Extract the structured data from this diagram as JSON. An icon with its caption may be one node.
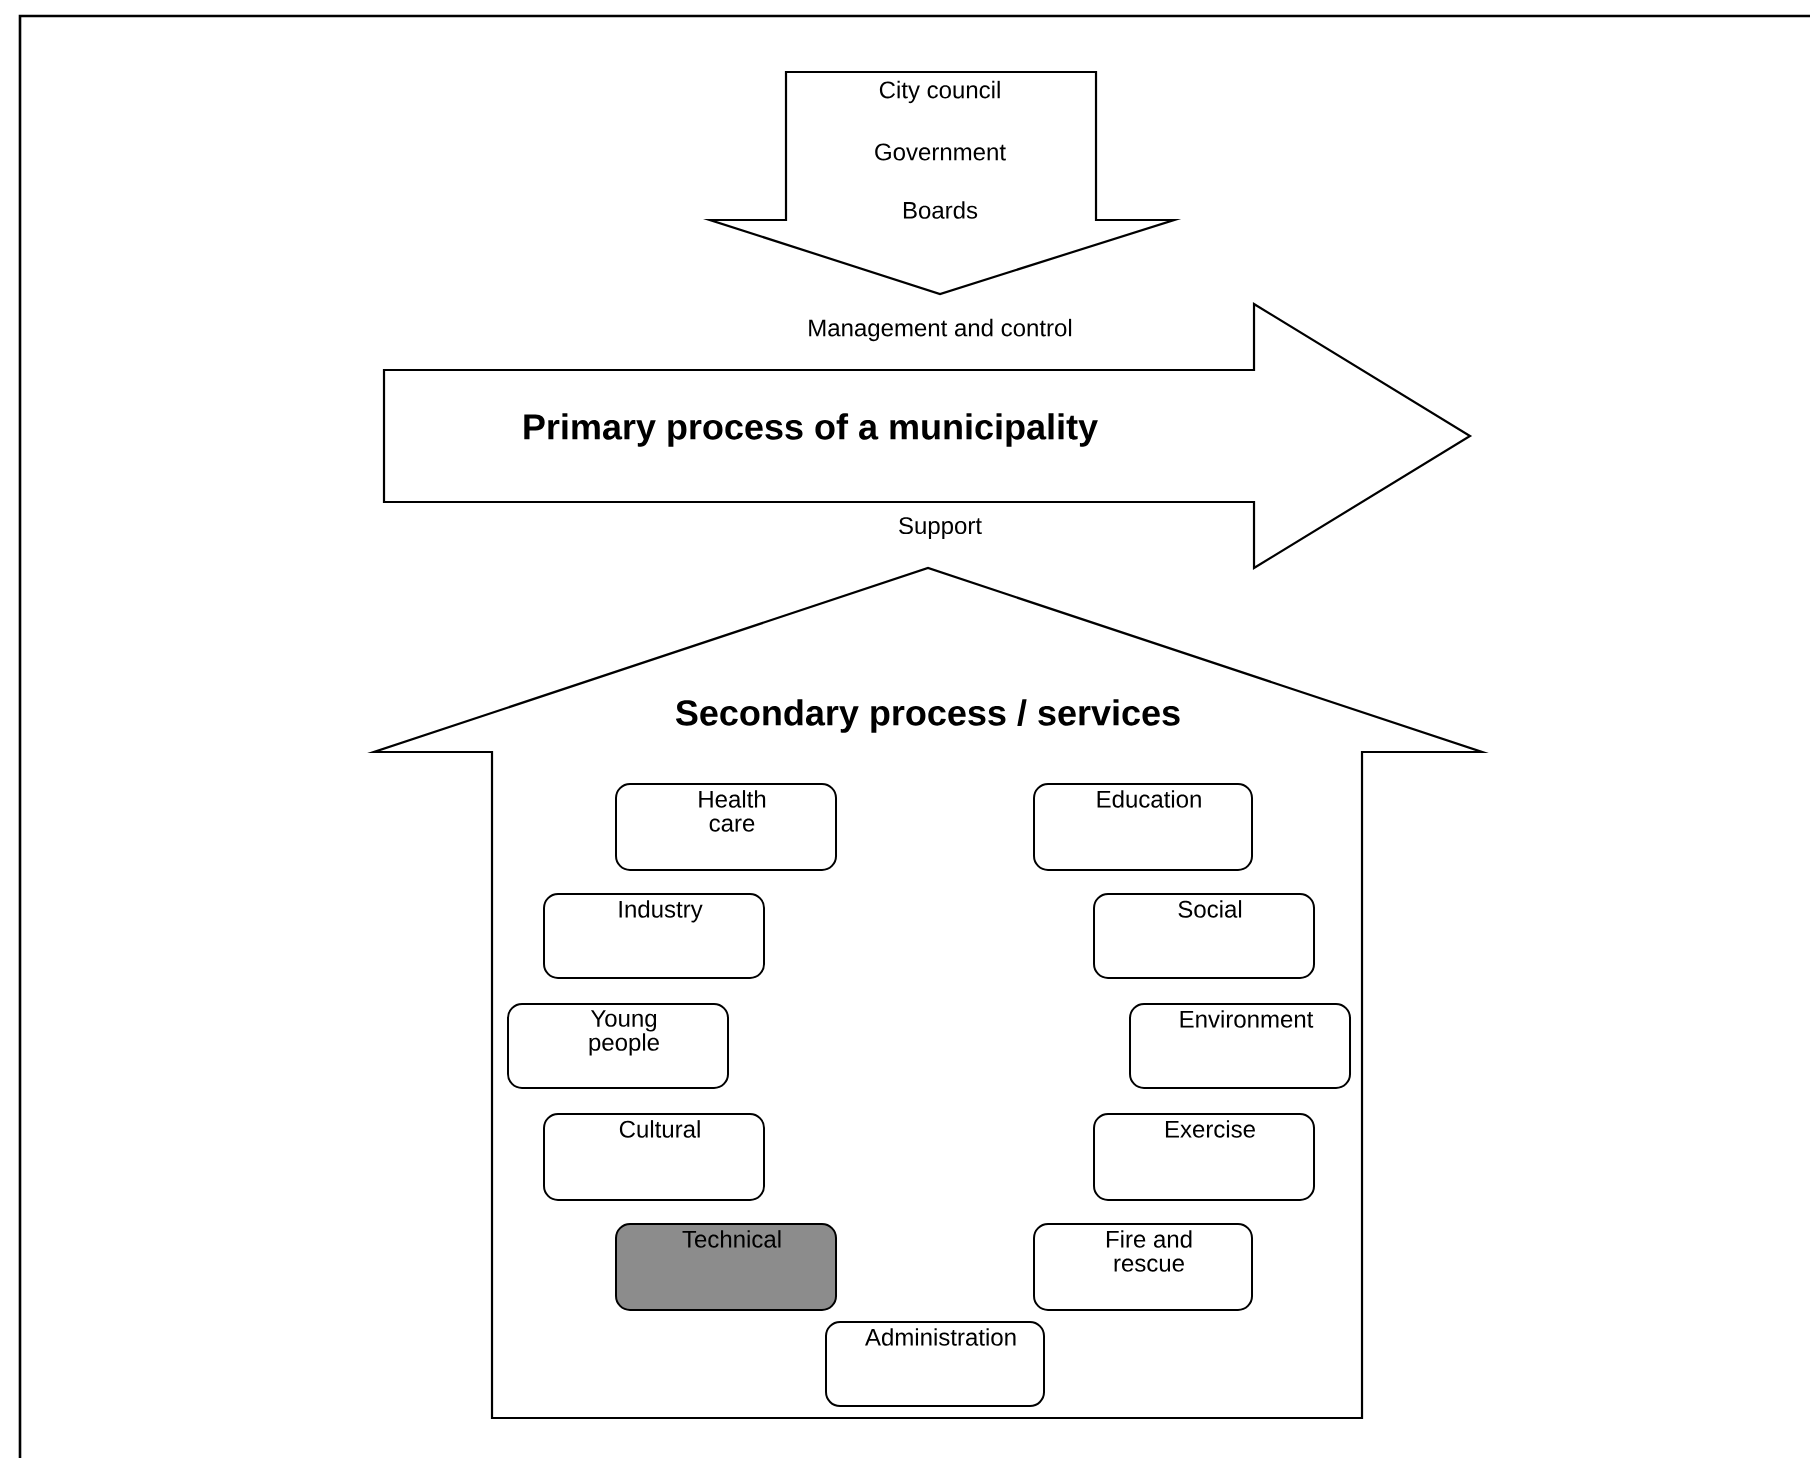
{
  "diagram": {
    "nodes": [
      {
        "text": [
          "City council",
          "Government",
          "Boards"
        ]
      },
      {
        "text": [
          "Primary process of a municipality"
        ]
      },
      {
        "text": [
          "Secondary process / services"
        ]
      },
      {
        "text": [
          "Health care"
        ],
        "in": 2
      },
      {
        "text": [
          "Education"
        ],
        "in": 2
      },
      {
        "text": [
          "Industry"
        ],
        "in": 2
      },
      {
        "text": [
          "Social"
        ],
        "in": 2
      },
      {
        "text": [
          "Young people"
        ],
        "in": 2
      },
      {
        "text": [
          "Environment"
        ],
        "in": 2
      },
      {
        "text": [
          "Cultural"
        ],
        "in": 2
      },
      {
        "text": [
          "Exercise"
        ],
        "in": 2
      },
      {
        "text": [
          "Technical"
        ],
        "in": 2
      },
      {
        "text": [
          "Fire and rescue"
        ],
        "in": 2
      },
      {
        "text": [
          "Administration"
        ],
        "in": 2
      }
    ],
    "labels": [
      "Management and control",
      "Support"
    ]
  }
}
